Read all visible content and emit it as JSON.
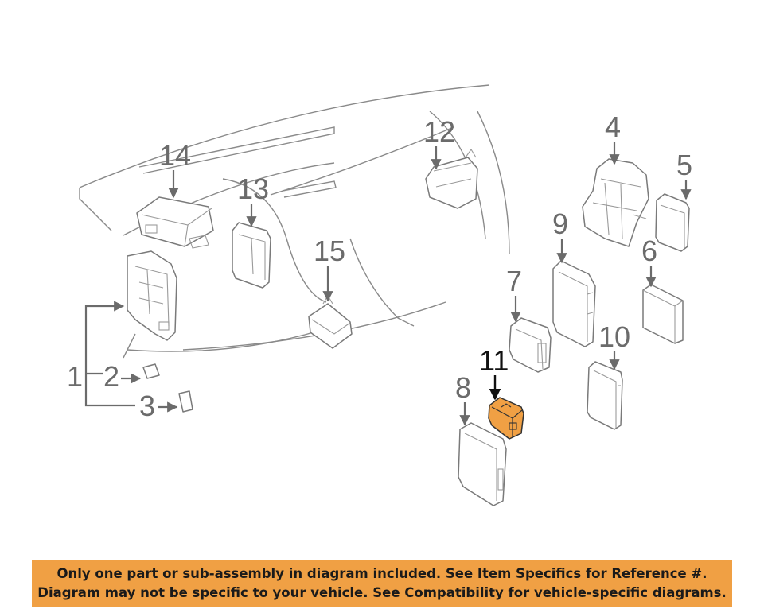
{
  "diagram": {
    "callouts": [
      "1",
      "2",
      "3",
      "4",
      "5",
      "6",
      "7",
      "8",
      "9",
      "10",
      "11",
      "12",
      "13",
      "14",
      "15"
    ],
    "highlighted_part": "11",
    "highlight_color": "#f0a044"
  },
  "footer": {
    "line1": "Only one part or sub-assembly in diagram included. See Item Specifics for Reference #.",
    "line2": "Diagram may not be specific to your vehicle. See Compatibility for vehicle-specific diagrams.",
    "background_color": "#f0a044"
  }
}
